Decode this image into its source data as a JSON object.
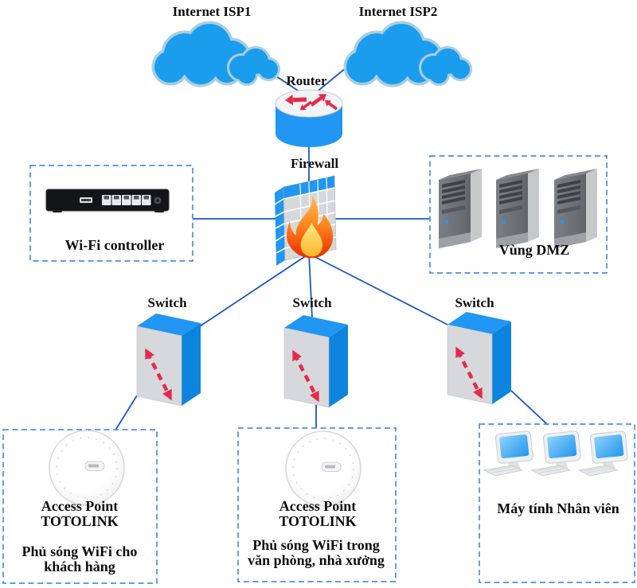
{
  "labels": {
    "isp1": "Internet ISP1",
    "isp2": "Internet ISP2",
    "router": "Router",
    "firewall": "Firewall",
    "wifi_controller": "Wi-Fi controller",
    "dmz": "Vùng DMZ",
    "switches": [
      "Switch",
      "Switch",
      "Switch"
    ],
    "ap1": {
      "name_line1": "Access Point",
      "name_line2": "TOTOLINK",
      "desc_line1": "Phủ sóng WiFi cho",
      "desc_line2": "khách hàng"
    },
    "ap2": {
      "name_line1": "Access Point",
      "name_line2": "TOTOLINK",
      "desc_line1": "Phủ sóng WiFi trong",
      "desc_line2": "văn phòng, nhà xưởng"
    },
    "computers": "Máy tính Nhân viên"
  },
  "colors": {
    "line": "#1a56cc",
    "dashed_box": "#4a90e2",
    "cloud_fill": "#1b9dee",
    "cloud_outline": "#a9cede",
    "device_blue": "#2196f3",
    "device_blue_dark": "#0d84dd",
    "arrow_red": "#e6294a",
    "grey_face": "#d6d8dc"
  }
}
